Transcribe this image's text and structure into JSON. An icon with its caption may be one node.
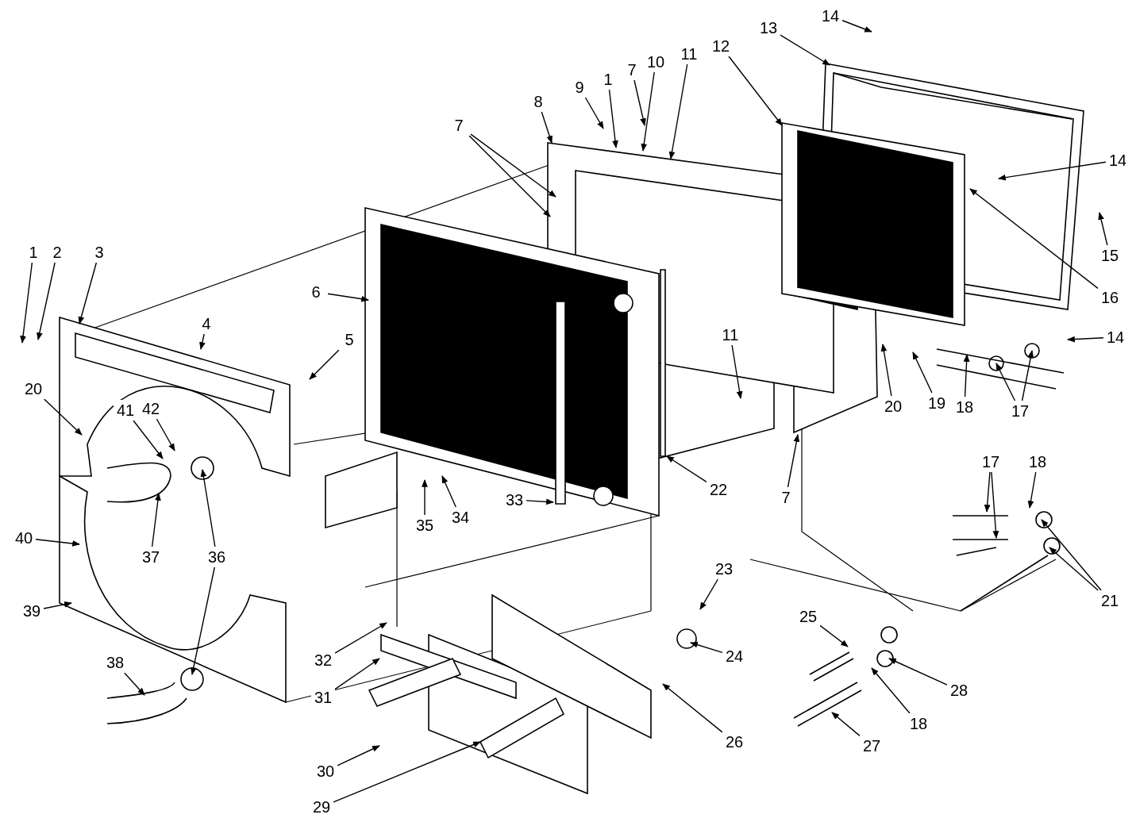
{
  "diagram": {
    "nodes": [
      {
        "text": [
          "14"
        ]
      },
      {
        "text": [
          "13"
        ]
      },
      {
        "text": [
          "12"
        ]
      },
      {
        "text": [
          "11"
        ]
      },
      {
        "text": [
          "10"
        ]
      },
      {
        "text": [
          "7"
        ]
      },
      {
        "text": [
          "1"
        ]
      },
      {
        "text": [
          "9"
        ]
      },
      {
        "text": [
          "8"
        ]
      },
      {
        "text": [
          "7"
        ]
      },
      {
        "text": [
          "14"
        ]
      },
      {
        "text": [
          "1"
        ]
      },
      {
        "text": [
          "2"
        ]
      },
      {
        "text": [
          "3"
        ]
      },
      {
        "text": [
          "15"
        ]
      },
      {
        "text": [
          "6"
        ]
      },
      {
        "text": [
          "16"
        ]
      },
      {
        "text": [
          "4"
        ]
      },
      {
        "text": [
          "5"
        ]
      },
      {
        "text": [
          "14"
        ]
      },
      {
        "text": [
          "11"
        ]
      },
      {
        "text": [
          "20"
        ]
      },
      {
        "text": [
          "17"
        ]
      },
      {
        "text": [
          "19"
        ]
      },
      {
        "text": [
          "18"
        ]
      },
      {
        "text": [
          "20"
        ]
      },
      {
        "text": [
          "42"
        ]
      },
      {
        "text": [
          "41"
        ]
      },
      {
        "text": [
          "17"
        ]
      },
      {
        "text": [
          "18"
        ]
      },
      {
        "text": [
          "22"
        ]
      },
      {
        "text": [
          "7"
        ]
      },
      {
        "text": [
          "33"
        ]
      },
      {
        "text": [
          "34"
        ]
      },
      {
        "text": [
          "35"
        ]
      },
      {
        "text": [
          "40"
        ]
      },
      {
        "text": [
          "37"
        ]
      },
      {
        "text": [
          "36"
        ]
      },
      {
        "text": [
          "23"
        ]
      },
      {
        "text": [
          "21"
        ]
      },
      {
        "text": [
          "39"
        ]
      },
      {
        "text": [
          "25"
        ]
      },
      {
        "text": [
          "24"
        ]
      },
      {
        "text": [
          "32"
        ]
      },
      {
        "text": [
          "38"
        ]
      },
      {
        "text": [
          "28"
        ]
      },
      {
        "text": [
          "31"
        ]
      },
      {
        "text": [
          "18"
        ]
      },
      {
        "text": [
          "26"
        ]
      },
      {
        "text": [
          "27"
        ]
      },
      {
        "text": [
          "30"
        ]
      },
      {
        "text": [
          "29"
        ]
      }
    ],
    "edges": [
      {
        "from": 0,
        "to": null,
        "arrow": "to"
      },
      {
        "from": 1,
        "to": null,
        "arrow": "to"
      },
      {
        "from": 2,
        "to": null,
        "arrow": "to"
      },
      {
        "from": 3,
        "to": null,
        "arrow": "to"
      },
      {
        "from": 4,
        "to": null,
        "arrow": "to"
      },
      {
        "from": 5,
        "to": null,
        "arrow": "to"
      },
      {
        "from": 6,
        "to": null,
        "arrow": "to"
      },
      {
        "from": 7,
        "to": null,
        "arrow": "to"
      },
      {
        "from": 8,
        "to": null,
        "arrow": "to"
      },
      {
        "from": 9,
        "to": null,
        "arrow": "to"
      },
      {
        "from": 9,
        "to": null,
        "arrow": "to"
      },
      {
        "from": 10,
        "to": null,
        "arrow": "to"
      },
      {
        "from": 11,
        "to": null,
        "arrow": "to"
      },
      {
        "from": 12,
        "to": null,
        "arrow": "to"
      },
      {
        "from": 13,
        "to": null,
        "arrow": "to"
      },
      {
        "from": 14,
        "to": null,
        "arrow": "to"
      },
      {
        "from": 15,
        "to": null,
        "arrow": "to"
      },
      {
        "from": 16,
        "to": null,
        "arrow": "to"
      },
      {
        "from": 17,
        "to": null,
        "arrow": "to"
      },
      {
        "from": 18,
        "to": null,
        "arrow": "to"
      },
      {
        "from": 19,
        "to": null,
        "arrow": "to"
      },
      {
        "from": 20,
        "to": null,
        "arrow": "to"
      },
      {
        "from": 21,
        "to": null,
        "arrow": "to"
      },
      {
        "from": 22,
        "to": null,
        "arrow": "to"
      },
      {
        "from": 22,
        "to": null,
        "arrow": "to"
      },
      {
        "from": 23,
        "to": null,
        "arrow": "to"
      },
      {
        "from": 24,
        "to": null,
        "arrow": "to"
      },
      {
        "from": 25,
        "to": null,
        "arrow": "to"
      },
      {
        "from": 26,
        "to": null,
        "arrow": "to"
      },
      {
        "from": 27,
        "to": null,
        "arrow": "to"
      },
      {
        "from": 28,
        "to": null,
        "arrow": "to"
      },
      {
        "from": 28,
        "to": null,
        "arrow": "to"
      },
      {
        "from": 29,
        "to": null,
        "arrow": "to"
      },
      {
        "from": 30,
        "to": null,
        "arrow": "to"
      },
      {
        "from": 31,
        "to": null,
        "arrow": "to"
      },
      {
        "from": 32,
        "to": null,
        "arrow": "to"
      },
      {
        "from": 33,
        "to": null,
        "arrow": "to"
      },
      {
        "from": 34,
        "to": null,
        "arrow": "to"
      },
      {
        "from": 35,
        "to": null,
        "arrow": "to"
      },
      {
        "from": 36,
        "to": null,
        "arrow": "to"
      },
      {
        "from": 37,
        "to": null,
        "arrow": "to"
      },
      {
        "from": 37,
        "to": null,
        "arrow": "to"
      },
      {
        "from": 38,
        "to": null,
        "arrow": "to"
      },
      {
        "from": 39,
        "to": null,
        "arrow": "to"
      },
      {
        "from": 39,
        "to": null,
        "arrow": "to"
      },
      {
        "from": 40,
        "to": null,
        "arrow": "to"
      },
      {
        "from": 41,
        "to": null,
        "arrow": "to"
      },
      {
        "from": 42,
        "to": null,
        "arrow": "to"
      },
      {
        "from": 43,
        "to": null,
        "arrow": "to"
      },
      {
        "from": 44,
        "to": null,
        "arrow": "to"
      },
      {
        "from": 45,
        "to": null,
        "arrow": "to"
      },
      {
        "from": 46,
        "to": null,
        "arrow": "to"
      },
      {
        "from": 47,
        "to": null,
        "arrow": "to"
      },
      {
        "from": 48,
        "to": null,
        "arrow": "to"
      },
      {
        "from": 49,
        "to": null,
        "arrow": "to"
      },
      {
        "from": 50,
        "to": null,
        "arrow": "to"
      },
      {
        "from": 51,
        "to": null,
        "arrow": "to"
      }
    ]
  }
}
